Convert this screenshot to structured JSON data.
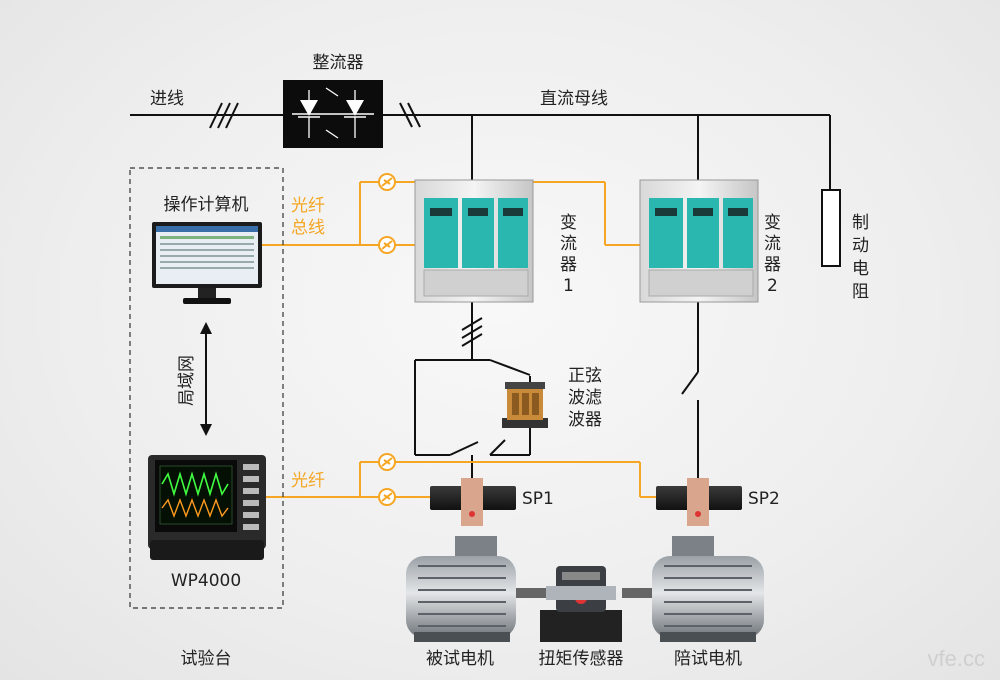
{
  "labels": {
    "rectifier": "整流器",
    "incoming_line": "进线",
    "dc_bus": "直流母线",
    "operator_pc": "操作计算机",
    "fiber_bus_1": "光纤",
    "fiber_bus_2": "总线",
    "inverter1_v": [
      "变",
      "流",
      "器",
      "1"
    ],
    "inverter2_v": [
      "变",
      "流",
      "器",
      "2"
    ],
    "brake_resistor_v": [
      "制",
      "动",
      "电",
      "阻"
    ],
    "lan_v": "局域网",
    "sine_filter": [
      "正弦",
      "波滤",
      "波器"
    ],
    "fiber": "光纤",
    "sp1": "SP1",
    "sp2": "SP2",
    "analyzer": "WP4000",
    "test_bench": "试验台",
    "motor_under_test": "被试电机",
    "torque_sensor": "扭矩传感器",
    "load_motor": "陪试电机",
    "watermark": "vfe.cc"
  },
  "colors": {
    "bus": "#111111",
    "fiber": "#f5a623",
    "inverter_panel": "#2ab7b0",
    "screen_green": "#40ff40",
    "screen_orange": "#ff9a20"
  },
  "icons": [
    "rectifier-icon",
    "fiber-connector-icon",
    "inverter-cabinet-icon",
    "monitor-icon",
    "power-analyzer-icon",
    "sensor-box-icon",
    "motor-icon",
    "torque-sensor-icon",
    "sine-filter-icon",
    "brake-resistor-icon",
    "switch-icon"
  ]
}
